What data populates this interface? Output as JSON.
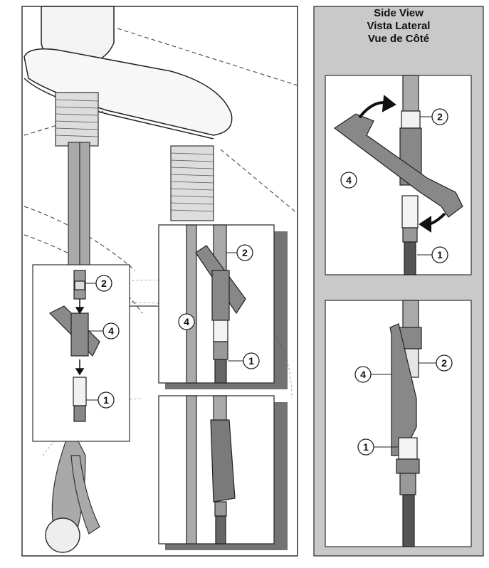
{
  "side_panel": {
    "title_en": "Side View",
    "title_es": "Vista Lateral",
    "title_fr": "Vue de Côté"
  },
  "callouts": {
    "main_2": "2",
    "main_4": "4",
    "main_1": "1",
    "inset_2": "2",
    "inset_4": "4",
    "inset_1": "1",
    "side_top_2": "2",
    "side_top_4": "4",
    "side_top_1": "1",
    "side_bot_2": "2",
    "side_bot_4": "4",
    "side_bot_1": "1"
  },
  "colors": {
    "panel_gray": "#c9c9c9",
    "part_gray": "#8a8a8a",
    "outline": "#222222"
  }
}
